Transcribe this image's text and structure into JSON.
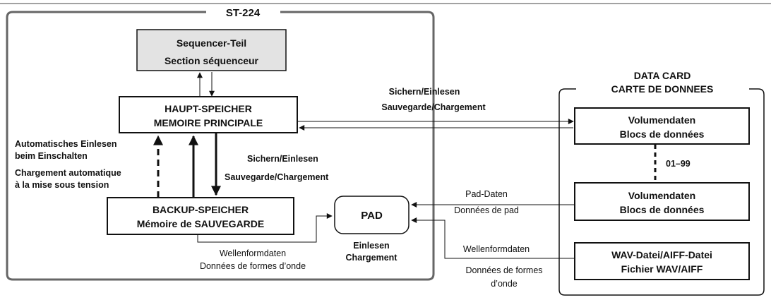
{
  "st224": {
    "label": "ST-224",
    "sequencer": {
      "line1": "Sequencer-Teil",
      "line2": "Section séquenceur"
    },
    "main_memory": {
      "line1": "HAUPT-SPEICHER",
      "line2": "MEMOIRE PRINCIPALE"
    },
    "backup_memory": {
      "line1": "BACKUP-SPEICHER",
      "line2": "Mémoire de SAUVEGARDE"
    },
    "pad": {
      "label": "PAD"
    },
    "auto_load": {
      "line1": "Automatisches Einlesen",
      "line2": "beim Einschalten",
      "line3": "Chargement automatique",
      "line4": "à la mise sous tension"
    },
    "save_load_inner": {
      "line1": "Sichern/Einlesen",
      "line2": "Sauvegarde/Chargement"
    },
    "pad_load": {
      "line1": "Einlesen",
      "line2": "Chargement"
    },
    "wave_inner": {
      "line1": "Wellenformdaten",
      "line2": "Données de formes d’onde"
    }
  },
  "data_card": {
    "title_line1": "DATA CARD",
    "title_line2": "CARTE DE DONNEES",
    "volume_top": {
      "line1": "Volumendaten",
      "line2": "Blocs de données"
    },
    "range": "01–99",
    "volume_bottom": {
      "line1": "Volumendaten",
      "line2": "Blocs de données"
    },
    "wav_file": {
      "line1": "WAV-Datei/AIFF-Datei",
      "line2": "Fichier WAV/AIFF"
    }
  },
  "links": {
    "save_load_card": {
      "line1": "Sichern/Einlesen",
      "line2": "Sauvegarde/Chargement"
    },
    "pad_data": {
      "line1": "Pad-Daten",
      "line2": "Données de pad"
    },
    "wave_card": {
      "line1": "Wellenformdaten",
      "line2": "Données de formes",
      "line3": "d’onde"
    }
  },
  "colors": {
    "line": "#111111",
    "frame": "#666666",
    "sequencer_fill": "#e3e3e3"
  }
}
